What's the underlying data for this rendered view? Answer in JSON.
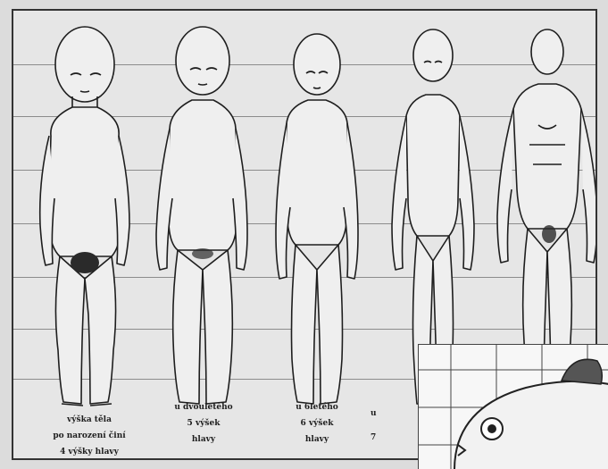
{
  "figures": [
    {
      "id": "newborn",
      "caption_lines": [
        "výška těla",
        "po narození činí",
        "4 výšky hlavy"
      ]
    },
    {
      "id": "two-year-old",
      "caption_lines": [
        "u dvouletého",
        "5 výšek",
        "hlavy"
      ]
    },
    {
      "id": "six-year-old",
      "caption_lines": [
        "u 6letého",
        "6 výšek",
        "hlavy"
      ]
    },
    {
      "id": "twelve-year-old",
      "caption_lines": [
        "u",
        "7"
      ]
    },
    {
      "id": "adult",
      "caption_lines": []
    }
  ],
  "colors": {
    "ink": "#1e1e1e",
    "paper": "#e6e6e6",
    "grid": "#8c8c8c"
  },
  "inset": {
    "subject": "fish-drawing-on-grid"
  }
}
